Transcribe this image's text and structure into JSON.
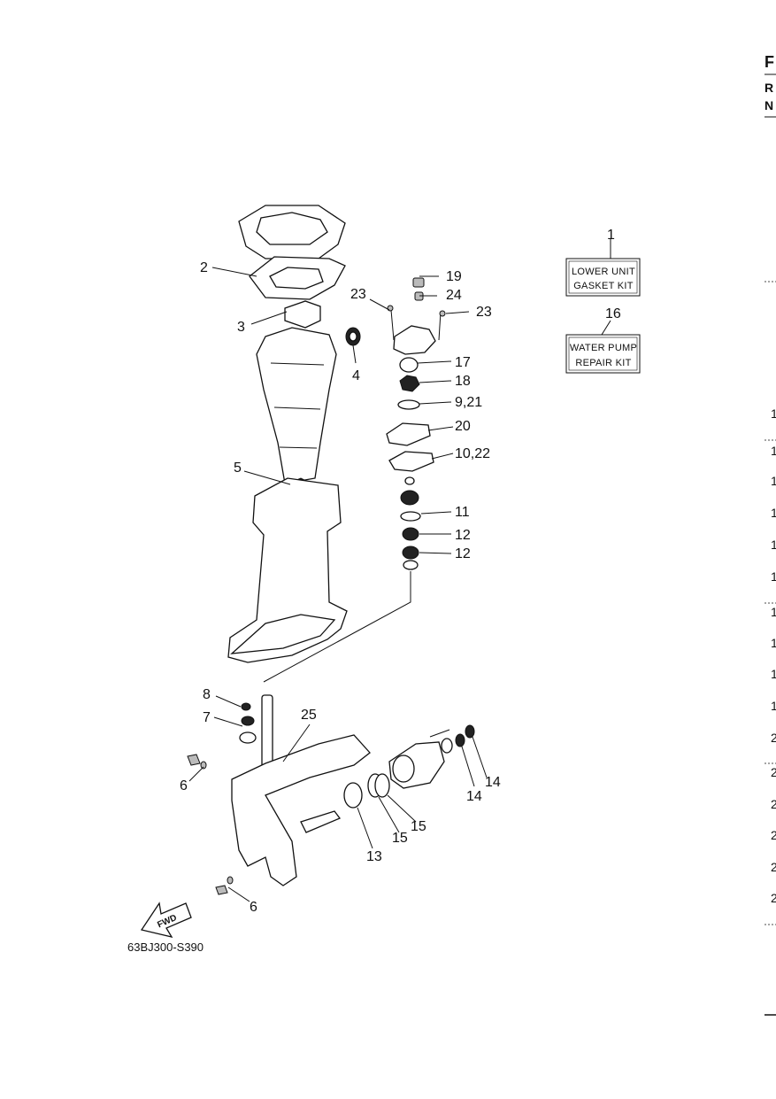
{
  "callouts": {
    "c1": "1",
    "c2": "2",
    "c3": "3",
    "c4": "4",
    "c5": "5",
    "c6a": "6",
    "c6b": "6",
    "c7": "7",
    "c8": "8",
    "c9_21": "9,21",
    "c10_22": "10,22",
    "c11": "11",
    "c12a": "12",
    "c12b": "12",
    "c13": "13",
    "c14a": "14",
    "c14b": "14",
    "c15a": "15",
    "c15b": "15",
    "c16": "16",
    "c17": "17",
    "c18": "18",
    "c19": "19",
    "c20": "20",
    "c23a": "23",
    "c23b": "23",
    "c24": "24",
    "c25": "25"
  },
  "kits": {
    "lower_unit_line1": "LOWER UNIT",
    "lower_unit_line2": "GASKET KIT",
    "water_pump_line1": "WATER PUMP",
    "water_pump_line2": "REPAIR KIT"
  },
  "fwd_label": "FWD",
  "figure_code": "63BJ300-S390",
  "right_edge": {
    "top_letters": [
      "F",
      "R",
      "N"
    ],
    "column_digits": [
      "1",
      "1",
      "1",
      "1",
      "1",
      "1",
      "1",
      "1",
      "1",
      "1",
      "2",
      "2",
      "2",
      "2",
      "2",
      "2"
    ]
  }
}
